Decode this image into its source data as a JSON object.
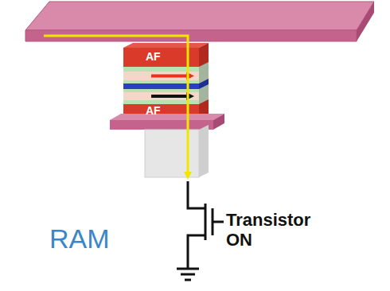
{
  "diagram": {
    "nodes": [
      {
        "text": [
          "AF"
        ]
      },
      {
        "text": [
          "AF"
        ]
      }
    ],
    "labels": [
      "Transistor ON",
      "RAM"
    ]
  }
}
